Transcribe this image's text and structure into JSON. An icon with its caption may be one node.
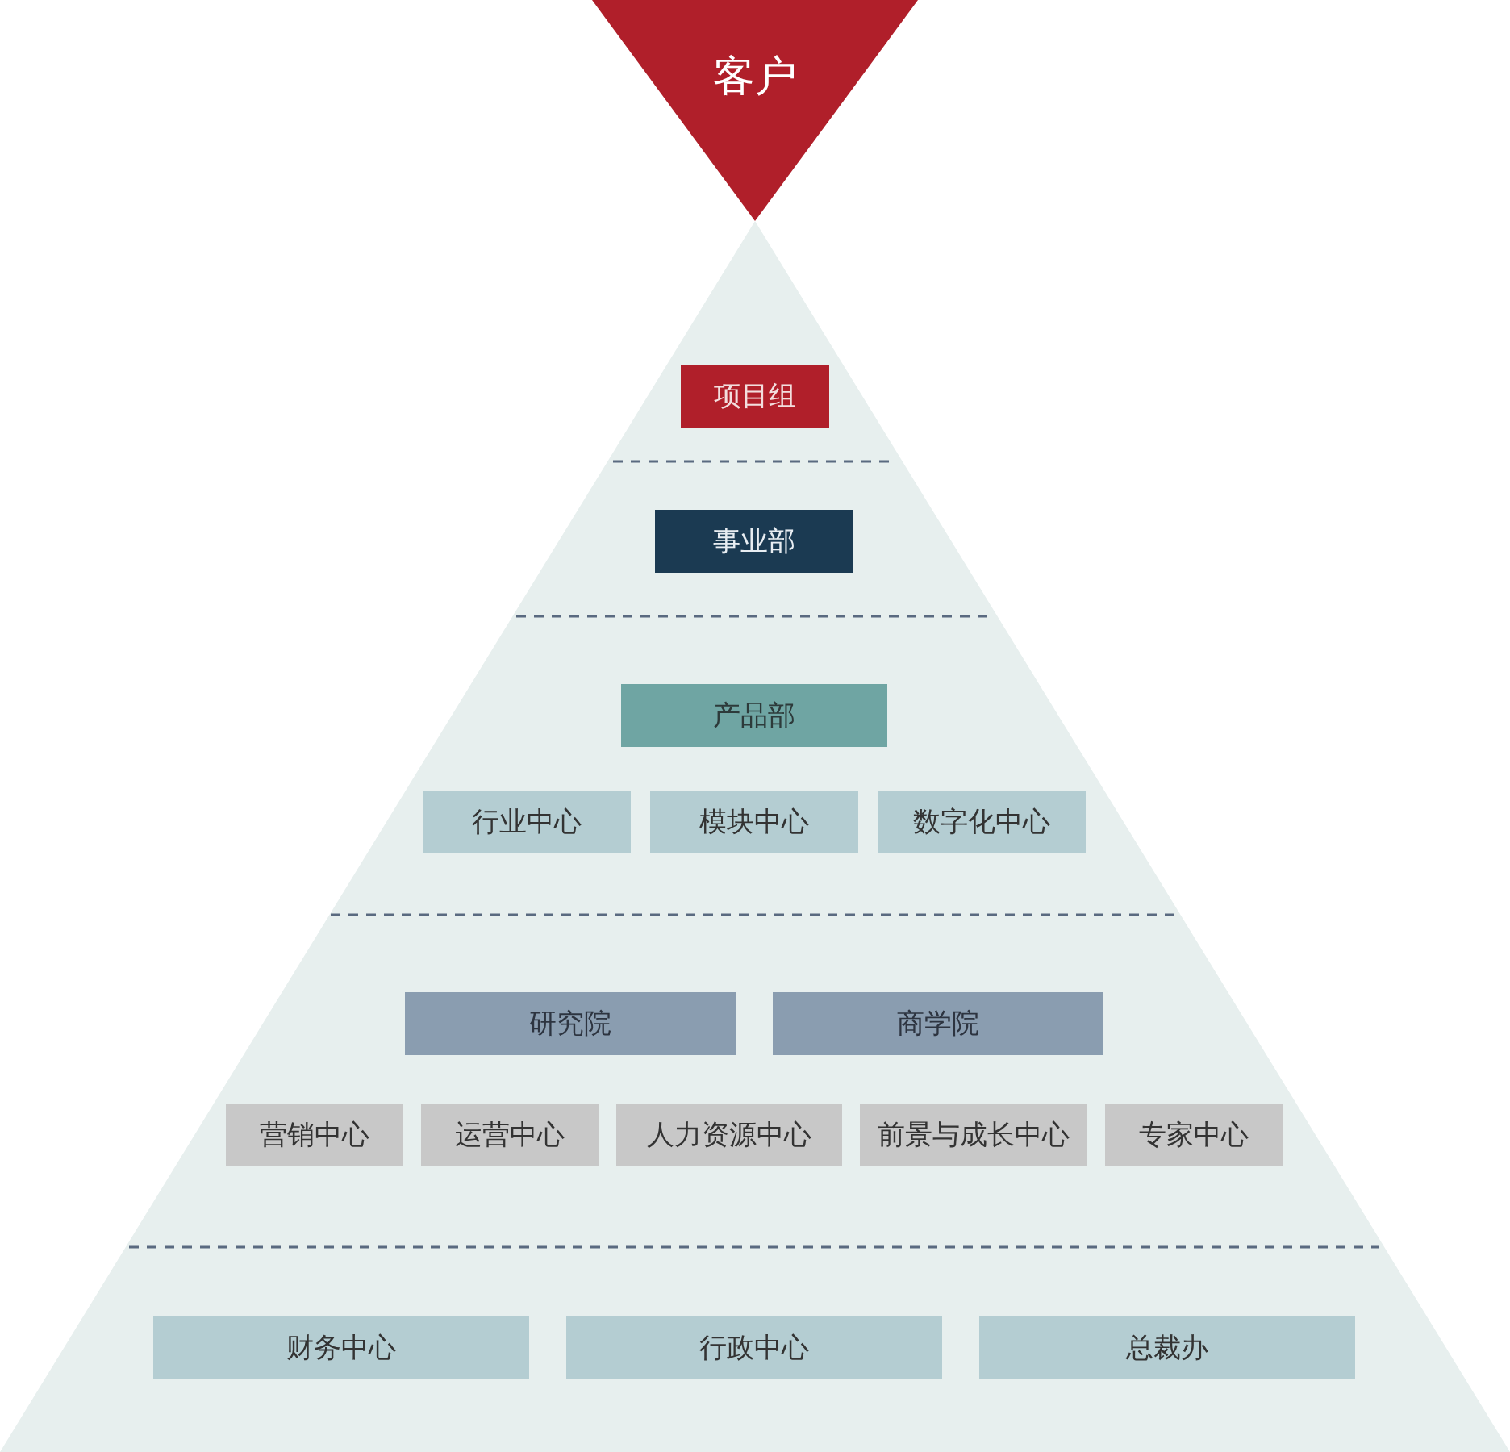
{
  "diagram": {
    "nodes": [
      {
        "text": [
          "客户"
        ]
      },
      {
        "text": [],
        "shape": "triangle"
      },
      {
        "text": [
          "项目组"
        ],
        "in": 1
      },
      {
        "text": [
          "事业部"
        ],
        "in": 1
      },
      {
        "text": [
          "产品部"
        ],
        "in": 1
      },
      {
        "text": [
          "行业中心"
        ],
        "in": 1
      },
      {
        "text": [
          "模块中心"
        ],
        "in": 1
      },
      {
        "text": [
          "数字化中心"
        ],
        "in": 1
      },
      {
        "text": [
          "研究院"
        ],
        "in": 1
      },
      {
        "text": [
          "商学院"
        ],
        "in": 1
      },
      {
        "text": [
          "营销中心"
        ],
        "in": 1
      },
      {
        "text": [
          "运营中心"
        ],
        "in": 1
      },
      {
        "text": [
          "人力资源中心"
        ],
        "in": 1
      },
      {
        "text": [
          "前景与成长中心"
        ],
        "in": 1
      },
      {
        "text": [
          "专家中心"
        ],
        "in": 1
      },
      {
        "text": [
          "财务中心"
        ],
        "in": 1
      },
      {
        "text": [
          "行政中心"
        ],
        "in": 1
      },
      {
        "text": [
          "总裁办"
        ],
        "in": 1
      }
    ]
  }
}
